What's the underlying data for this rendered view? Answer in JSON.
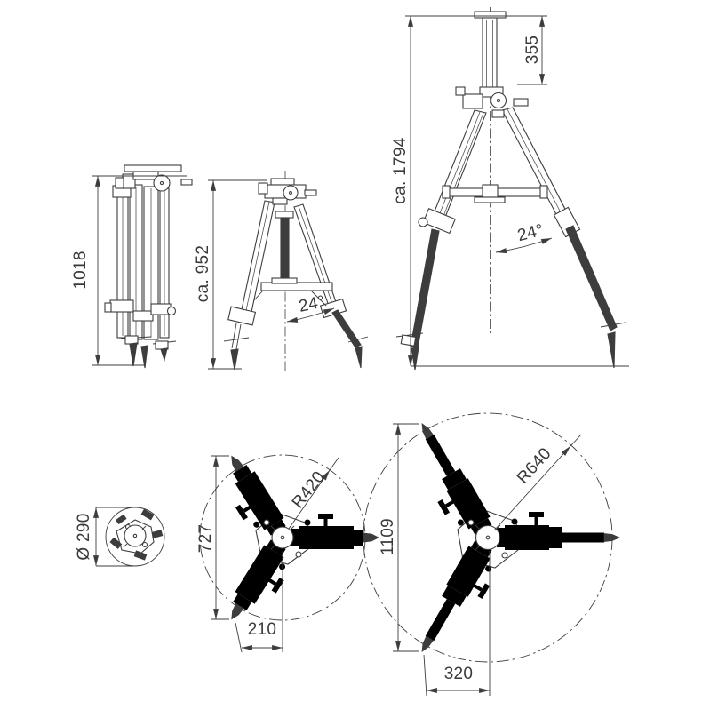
{
  "drawing": {
    "subject": "tripod dimensional line drawing - three side elevations and three top views",
    "line_color": "#3d3d3d",
    "background_color": "#ffffff",
    "views": {
      "side_folded": {
        "height": "1018"
      },
      "side_partially_extended": {
        "height": "ca. 952",
        "leg_angle": "24°"
      },
      "side_fully_extended": {
        "height": "ca. 1794",
        "column_extension": "355",
        "leg_angle": "24°"
      },
      "top_folded": {
        "diameter": "Ø 290"
      },
      "top_retracted": {
        "width": "727",
        "foot_circle_radius": "R420",
        "foot_offset": "210"
      },
      "top_extended": {
        "width": "1109",
        "foot_circle_radius": "R640",
        "foot_offset": "320"
      }
    }
  }
}
